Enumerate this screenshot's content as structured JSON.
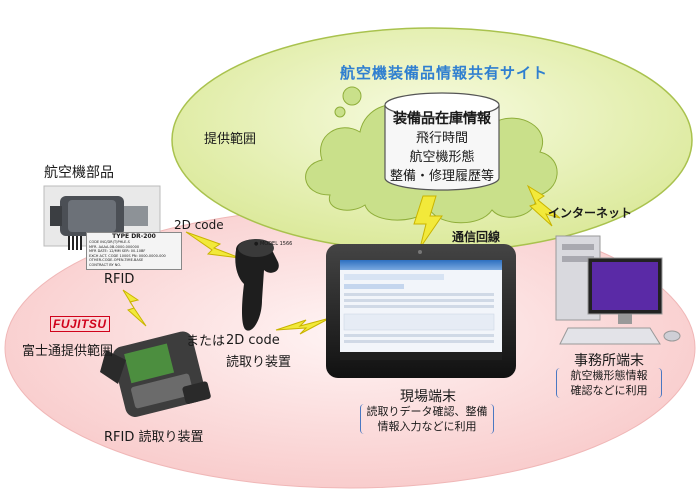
{
  "site": {
    "title": "航空機装備品情報共有サイト",
    "scope_label": "提供範囲"
  },
  "database": {
    "heading": "装備品在庫情報",
    "items": [
      "飛行時間",
      "航空機形態",
      "整備・修理履歴等"
    ]
  },
  "links": {
    "internet": "インターネット",
    "comm_line": "通信回線"
  },
  "parts": {
    "label": "航空機部品",
    "nameplate": {
      "type": "TYPE DR-200",
      "lines": [
        "CODE INC/DR(T)PHLE-S",
        "MFR. AAAA-0B-0000-000000",
        "MFR DATE: 12/MM  SER: 00-10BF",
        "EXCH ACT. CODE 1000S   PN: 0000-0000-000",
        "OTHER-CODE-OPEN-TIME-BASE",
        "CONTRACT BY NO."
      ]
    },
    "code_2d": "2D code",
    "rfid": "RFID"
  },
  "fujitsu": {
    "logo": "FUJITSU",
    "scope_label": "富士通提供範囲"
  },
  "readers": {
    "scanner_model": "● MODEL 1566",
    "alt_prefix": "または",
    "code2d_label": "2D code",
    "code2d_reader": "読取り装置",
    "rfid_reader": "RFID 読取り装置"
  },
  "field_terminal": {
    "label": "現場端末",
    "note_lines": [
      "読取りデータ確認、整備",
      "情報入力などに利用"
    ]
  },
  "office_terminal": {
    "label": "事務所端末",
    "note_lines": [
      "航空機形態情報",
      "確認などに利用"
    ]
  },
  "colors": {
    "green_ellipse": "#e7f0b5",
    "pink_ellipse": "#fbd7d7",
    "cloud": "#c9e08a",
    "bolt": "#f2e93a",
    "title_blue": "#2f7fd0"
  }
}
